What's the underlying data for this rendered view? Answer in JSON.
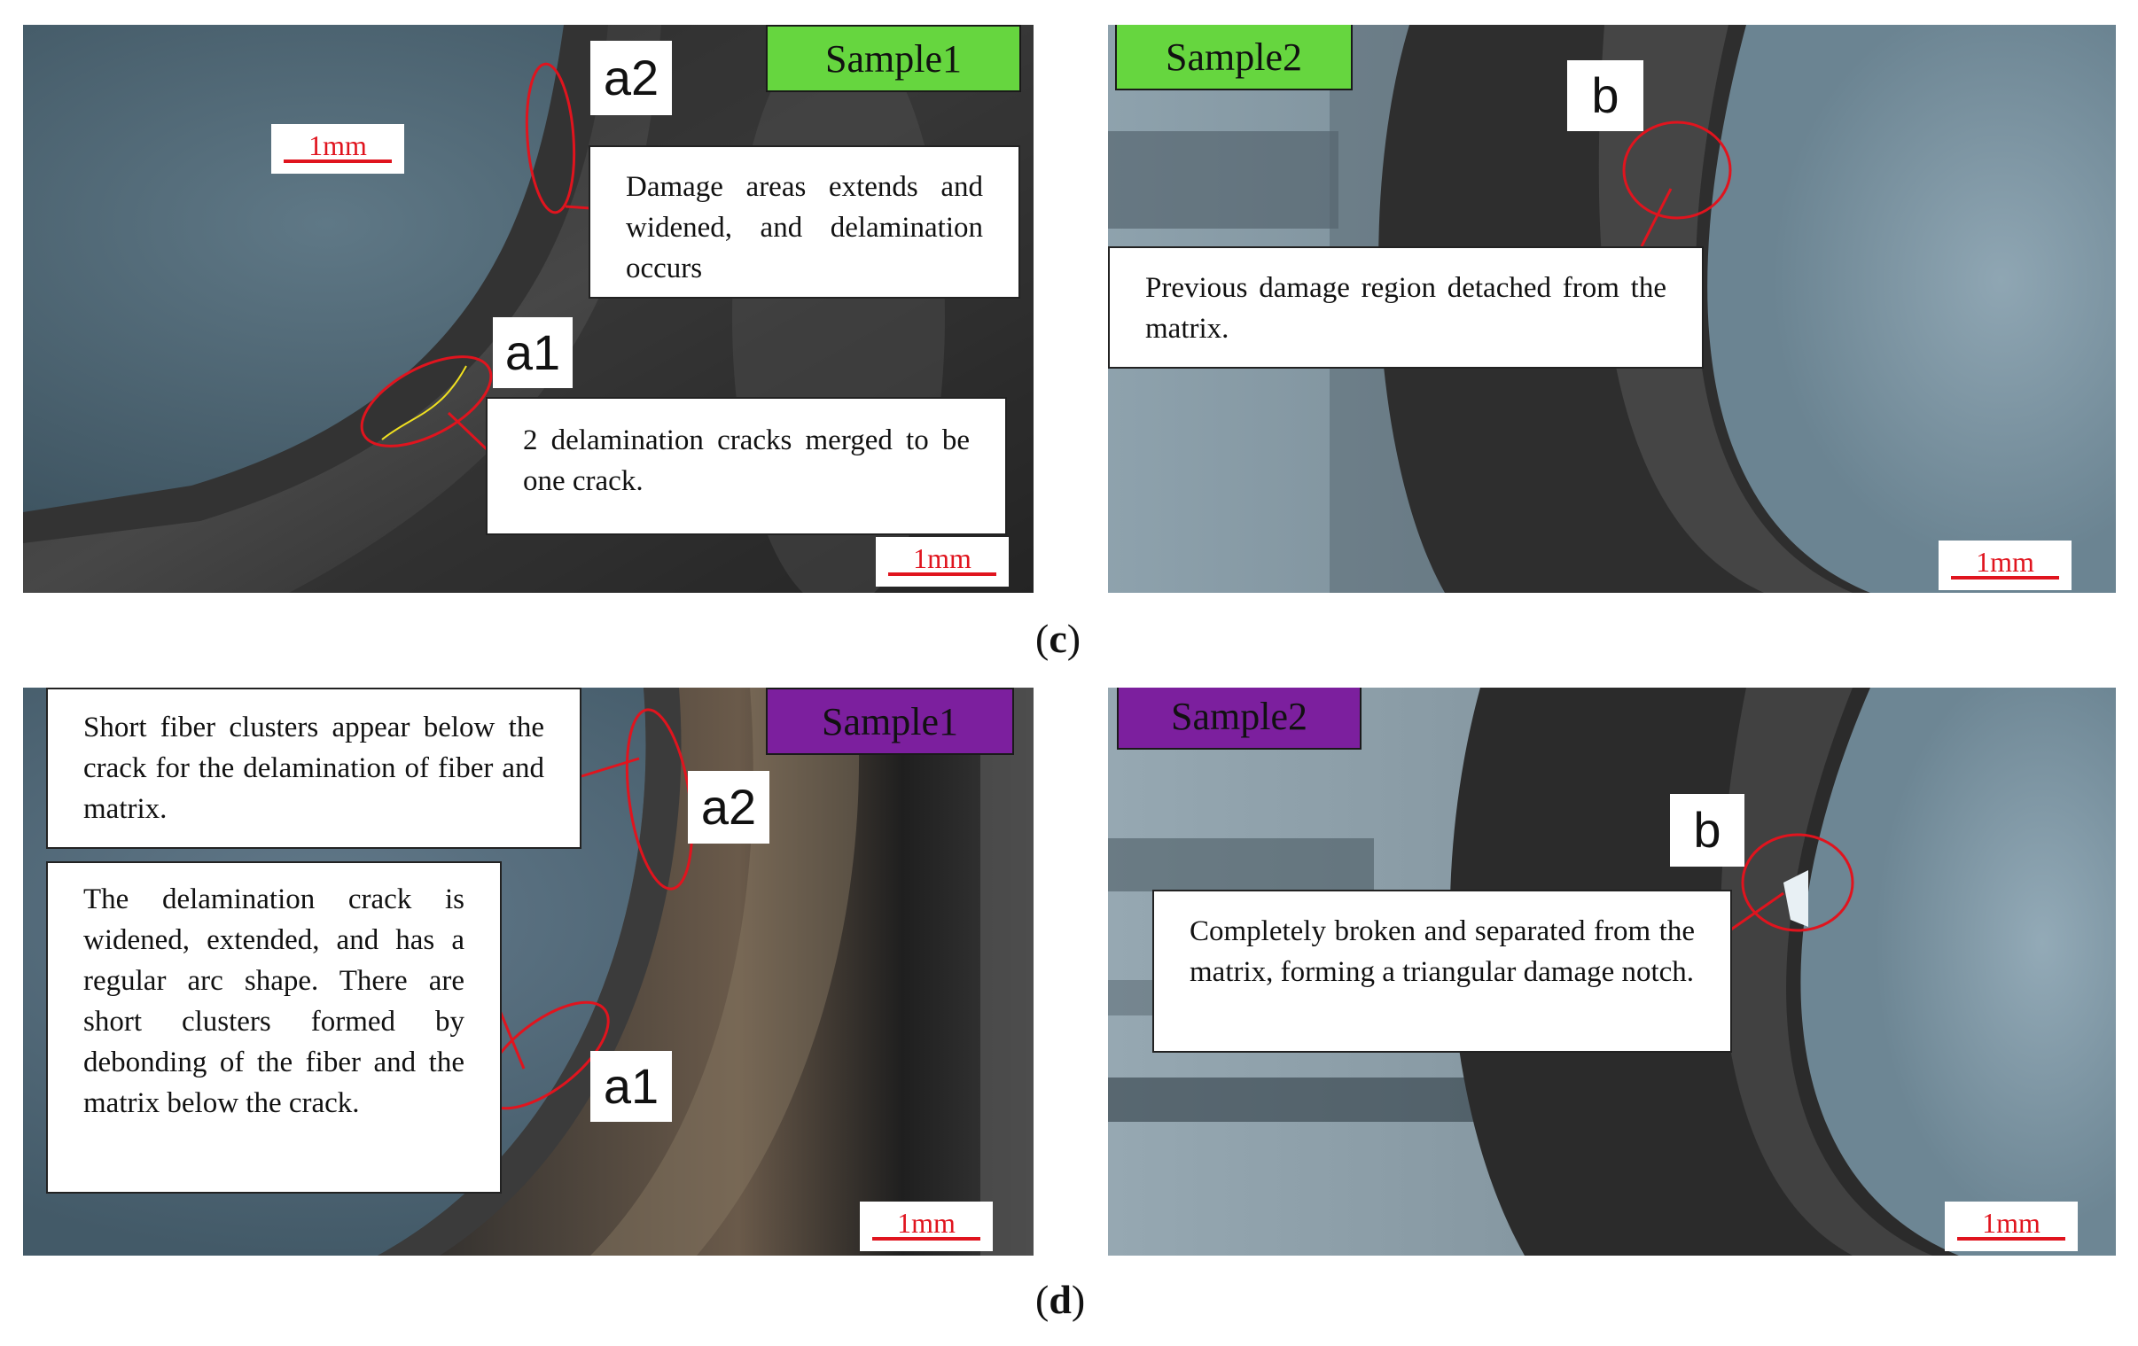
{
  "section_c": {
    "caption_open": "(",
    "caption_letter": "c",
    "caption_close": ")",
    "sample1": {
      "tag": "Sample1",
      "labels": [
        "a2",
        "a1"
      ],
      "notes": [
        "Damage areas extends and widened, and delamination occurs",
        "2 delamination cracks merged to be one crack."
      ],
      "scale": [
        "1mm",
        "1mm"
      ]
    },
    "sample2": {
      "tag": "Sample2",
      "labels": [
        "b"
      ],
      "notes": [
        "Previous damage region detached from the matrix."
      ],
      "scale": [
        "1mm"
      ]
    }
  },
  "section_d": {
    "caption_open": "(",
    "caption_letter": "d",
    "caption_close": ")",
    "sample1": {
      "tag": "Sample1",
      "labels": [
        "a2",
        "a1"
      ],
      "notes": [
        "Short fiber clusters appear below the crack for the delamination of fiber and matrix.",
        "The delamination crack is widened, extended, and has a regular arc shape. There are short clusters formed by debonding of the fiber and the matrix below the crack."
      ],
      "scale": [
        "1mm"
      ]
    },
    "sample2": {
      "tag": "Sample2",
      "labels": [
        "b"
      ],
      "notes": [
        "Completely broken and separated from the matrix, forming a triangular damage notch."
      ],
      "scale": [
        "1mm"
      ]
    }
  },
  "colors": {
    "green_tag": "#66d63f",
    "purple_tag": "#7c1f9e",
    "annotation_red": "#e0141e",
    "crack_yellow": "#f0e020"
  }
}
